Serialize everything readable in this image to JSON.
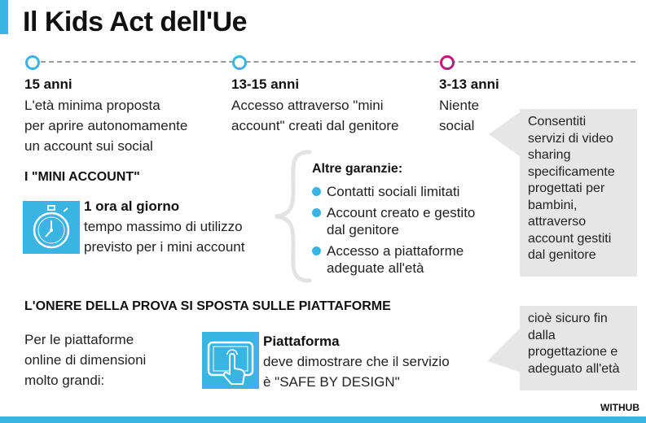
{
  "title": "Il Kids Act dell'Ue",
  "timeline": [
    {
      "age": "15 anni",
      "lines": [
        "L'età minima proposta",
        "per aprire autonomamente",
        "un account sui social"
      ]
    },
    {
      "age": "13-15 anni",
      "lines": [
        "Accesso attraverso \"mini",
        "account\" creati dal genitore"
      ]
    },
    {
      "age": "3-13 anni",
      "lines": [
        "Niente",
        "social"
      ]
    }
  ],
  "callout_top": [
    "Consentiti",
    "servizi di video",
    "sharing",
    "specificamente",
    "progettati per",
    "bambini,",
    "attraverso",
    "account gestiti",
    "dal genitore"
  ],
  "mini_account": {
    "heading": "I \"MINI ACCOUNT\"",
    "time_title": "1 ora al giorno",
    "time_lines": [
      "tempo massimo di utilizzo",
      "previsto per i mini account"
    ]
  },
  "guarantees": {
    "heading": "Altre garanzie:",
    "items": [
      [
        "Contatti sociali limitati"
      ],
      [
        "Account creato e gestito",
        "dal genitore"
      ],
      [
        "Accesso a piattaforme",
        "adeguate all'età"
      ]
    ]
  },
  "burden": {
    "heading": "L'ONERE DELLA PROVA SI SPOSTA SULLE PIATTAFORME",
    "left_lines": [
      "Per le piattaforme",
      "online di dimensioni",
      "molto grandi:"
    ],
    "platform_title": "Piattaforma",
    "platform_lines": [
      "deve dimostrare che il servizio",
      "è \"SAFE BY DESIGN\""
    ]
  },
  "callout_bottom": [
    "cioè sicuro fin",
    "dalla",
    "progettazione e",
    "adeguato all'età"
  ],
  "brand": "WITHUB",
  "colors": {
    "accent": "#3ab4e2",
    "magenta": "#c2187c",
    "gray_box": "#e6e6e6"
  }
}
